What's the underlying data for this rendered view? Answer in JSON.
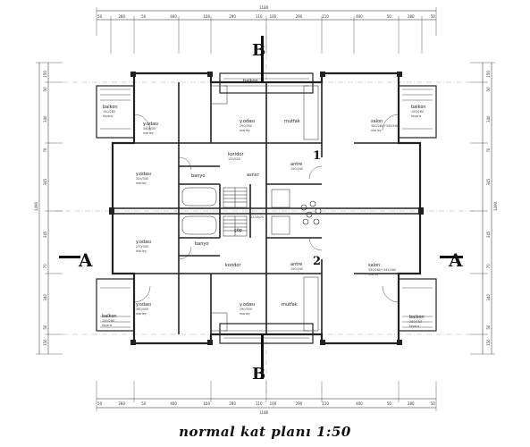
{
  "caption": "normal kat planı 1:50",
  "section_letters": {
    "b_top": "B",
    "b_bottom": "B",
    "a_left": "A",
    "a_right": "A"
  },
  "unit_numbers": {
    "one": "1",
    "two": "2"
  },
  "rooms": [
    {
      "name": "balkon",
      "size": "150/280",
      "floor": "fayans"
    },
    {
      "name": "y.odası",
      "size": "340/400",
      "floor": "marley"
    },
    {
      "name": "balkon",
      "size": "",
      "floor": ""
    },
    {
      "name": "y.odası",
      "size": "290/350",
      "floor": "marley"
    },
    {
      "name": "mutfak",
      "size": "",
      "floor": ""
    },
    {
      "name": "salon",
      "size": "350/280+345/460",
      "floor": "marley"
    },
    {
      "name": "balkon",
      "size": "150/280",
      "floor": "fayans"
    },
    {
      "name": "koridor",
      "size": "120/420",
      "floor": ""
    },
    {
      "name": "antre",
      "size": "150/240",
      "floor": ""
    },
    {
      "name": "y.odası",
      "size": "325/345",
      "floor": "marley"
    },
    {
      "name": "banyo",
      "size": "",
      "floor": ""
    },
    {
      "name": "asnsr",
      "size": "",
      "floor": ""
    },
    {
      "name": "çöp",
      "size": "",
      "floor": ""
    },
    {
      "name": "y.odası",
      "size": "270/345",
      "floor": "marley"
    },
    {
      "name": "banyo",
      "size": "",
      "floor": ""
    },
    {
      "name": "koridor",
      "size": "",
      "floor": ""
    },
    {
      "name": "antre",
      "size": "150/240",
      "floor": ""
    },
    {
      "name": "salon",
      "size": "350/280+345/460",
      "floor": "marley"
    },
    {
      "name": "y.odası",
      "size": "340/400",
      "floor": "marley"
    },
    {
      "name": "y.odası",
      "size": "290/350",
      "floor": "marley"
    },
    {
      "name": "mutfak",
      "size": "",
      "floor": ""
    },
    {
      "name": "balkon",
      "size": "150/280",
      "floor": "fayans"
    },
    {
      "name": "balkon",
      "size": "280/150",
      "floor": "fayans"
    }
  ],
  "dimensions": {
    "top_overall": "1180",
    "bottom_overall": "1180",
    "left_overall": "1490",
    "right_overall": "1490",
    "top_chain": [
      "50",
      "280",
      "50",
      "400",
      "100",
      "290",
      "110",
      "100",
      "290",
      "110",
      "400",
      "50",
      "280",
      "50"
    ],
    "bottom_chain": [
      "50",
      "280",
      "50",
      "400",
      "100",
      "290",
      "110",
      "100",
      "290",
      "110",
      "400",
      "50",
      "280",
      "50"
    ],
    "left_chain": [
      "150",
      "50",
      "340",
      "70",
      "345",
      "345",
      "70",
      "340",
      "50",
      "150"
    ],
    "right_chain": [
      "150",
      "50",
      "340",
      "70",
      "345",
      "345",
      "70",
      "340",
      "50",
      "150"
    ],
    "stair": "12/35/25"
  }
}
